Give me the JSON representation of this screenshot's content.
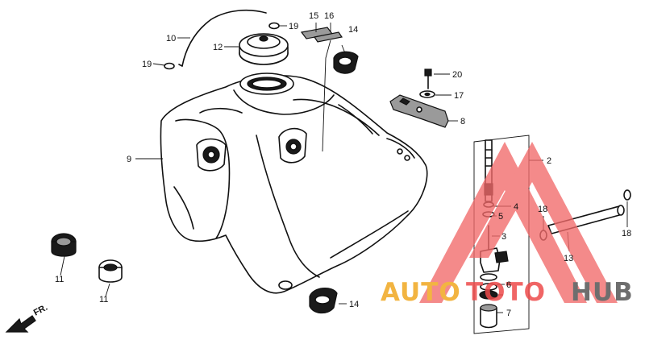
{
  "callouts": {
    "c2": "2",
    "c3": "3",
    "c4": "4",
    "c5": "5",
    "c6": "6",
    "c7": "7",
    "c8": "8",
    "c9": "9",
    "c10": "10",
    "c11a": "11",
    "c11b": "11",
    "c12": "12",
    "c13": "13",
    "c14a": "14",
    "c14b": "14",
    "c15": "15",
    "c16": "16",
    "c17": "17",
    "c18a": "18",
    "c18b": "18",
    "c19a": "19",
    "c19b": "19",
    "c20": "20"
  },
  "front_marker": "FR.",
  "watermark": {
    "word_a": "AUTO",
    "word_b": "TOTO",
    "word_c": "HUB",
    "color_a": "#F2B441",
    "color_b": "#EE4B4B",
    "color_c": "#6E6E6E",
    "triangle_color": "#F26A6A"
  }
}
